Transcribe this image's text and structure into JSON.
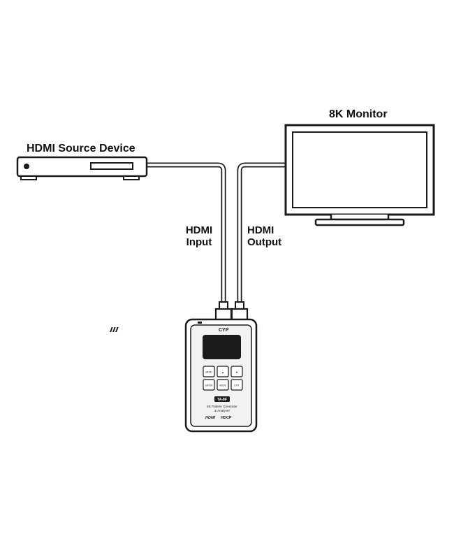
{
  "labels": {
    "source_device": "HDMI Source Device",
    "monitor": "8K Monitor",
    "hdmi_input_line1": "HDMI",
    "hdmi_input_line2": "Input",
    "hdmi_output_line1": "HDMI",
    "hdmi_output_line2": "Output"
  },
  "device": {
    "brand": "CYP",
    "model": "TA-8F",
    "description_line1": "8K Pattern Generator",
    "description_line2": "& Analyser",
    "logo_hdmi": "HDMI",
    "logo_hdcp": "HDCP",
    "buttons": {
      "menu": "MENU",
      "up": "▲",
      "down": "▼",
      "enter": "ENTER",
      "mode": "MODE",
      "exit": "EXIT"
    }
  },
  "colors": {
    "stroke": "#1a1a1a",
    "device_body": "#f2f2f2",
    "device_screen": "#1a1a1a",
    "cable_fill": "#ffffff"
  }
}
